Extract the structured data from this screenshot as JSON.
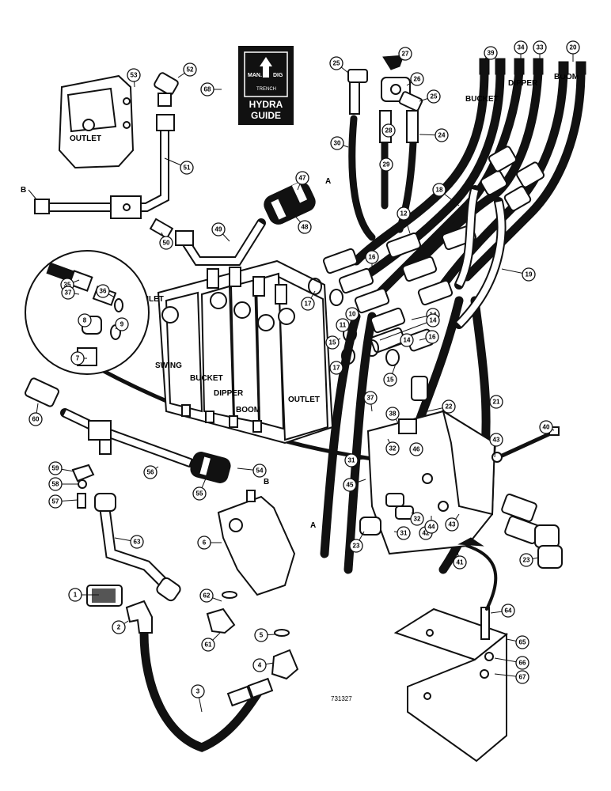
{
  "decal": {
    "lines": [
      "MAN.",
      "DIG",
      "TRENCH",
      "HYDRA",
      "GUIDE"
    ]
  },
  "labels": {
    "outlet_top": "OUTLET",
    "inlet": "INLET",
    "swing": "SWING",
    "bucket_valve": "BUCKET",
    "dipper_valve": "DIPPER",
    "boom_valve": "BOOM",
    "outlet_valve": "OUTLET",
    "bucket_hose": "BUCKET",
    "dipper_hose": "DIPPER",
    "boom_hose": "BOOM",
    "ref_a_top": "A",
    "ref_a_bottom": "A",
    "ref_b_left": "B",
    "ref_b_bottom": "B",
    "figure_number": "731327"
  },
  "callouts": [
    "1",
    "2",
    "3",
    "4",
    "5",
    "6",
    "7",
    "8",
    "9",
    "10",
    "11",
    "12",
    "14",
    "14",
    "14",
    "15",
    "15",
    "16",
    "16",
    "17",
    "17",
    "18",
    "19",
    "20",
    "21",
    "22",
    "23",
    "23",
    "24",
    "25",
    "25",
    "26",
    "27",
    "28",
    "29",
    "30",
    "31",
    "31",
    "32",
    "32",
    "33",
    "34",
    "35",
    "36",
    "37",
    "37",
    "38",
    "39",
    "40",
    "41",
    "42",
    "43",
    "43",
    "44",
    "45",
    "46",
    "47",
    "48",
    "49",
    "50",
    "51",
    "52",
    "53",
    "54",
    "55",
    "56",
    "57",
    "58",
    "59",
    "60",
    "61",
    "62",
    "63",
    "64",
    "65",
    "66",
    "67",
    "68"
  ]
}
